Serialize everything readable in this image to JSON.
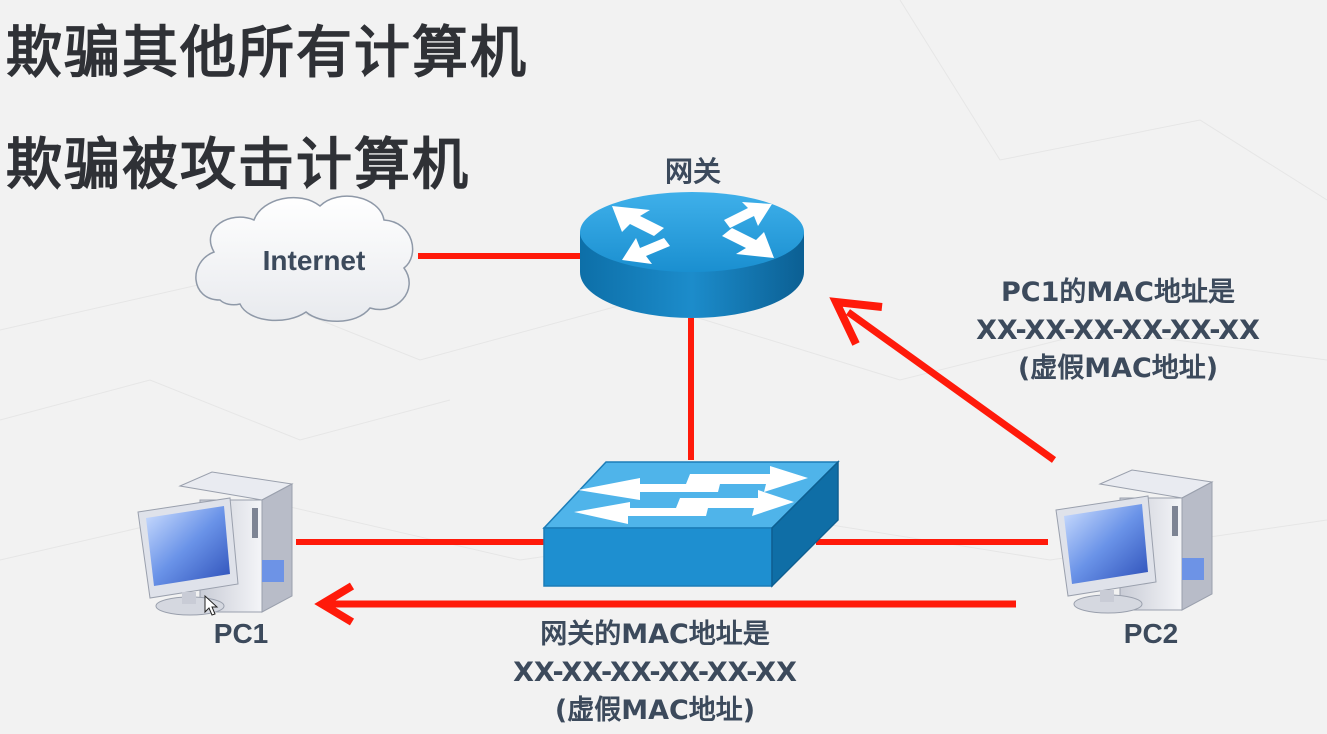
{
  "titles": {
    "line1": "欺骗其他所有计算机",
    "line2": "欺骗被攻击计算机"
  },
  "nodes": {
    "internet": "Internet",
    "gateway": "网关",
    "pc1": "PC1",
    "pc2": "PC2"
  },
  "messages": {
    "to_gateway": {
      "line1": "PC1的MAC地址是",
      "line2": "XX-XX-XX-XX-XX-XX",
      "line3": "(虚假MAC地址)"
    },
    "to_pc1": {
      "line1": "网关的MAC地址是",
      "line2": "XX-XX-XX-XX-XX-XX",
      "line3": "(虚假MAC地址)"
    }
  },
  "colors": {
    "link": "#ff1a0a",
    "device_blue": "#1b8fd1",
    "text_dark": "#3c4a5c"
  }
}
